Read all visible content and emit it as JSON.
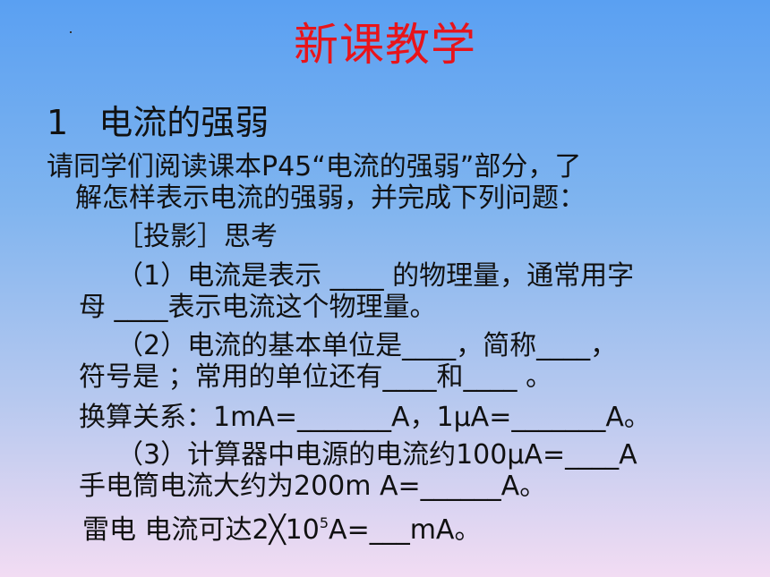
{
  "slide": {
    "title": "新课教学",
    "section_number": "1",
    "section_title": "电流的强弱",
    "intro_line1": "请同学们阅读课本P45“电流的强弱”部分，了",
    "intro_line2": "解怎样表示电流的强弱，并完成下列问题：",
    "projection": "［投影］思考",
    "q1_line1": "（1）电流是表示 ____ 的物理量，通常用字",
    "q1_line2": "母 ____表示电流这个物理量。",
    "q2_line1": "（2）电流的基本单位是____，简称____，",
    "q2_line2": "符号是 ；常用的单位还有____和____ 。",
    "conversion": "换算关系：1mA=_______A，1μA=_______A。",
    "q3_line1": "（3）计算器中电源的电流约100μA=____A",
    "q3_line2": "手电筒电流大约为200m A=______A。",
    "lightning_prefix": "雷电 电流可达2╳10",
    "lightning_exp": "5",
    "lightning_suffix": "A=___mA。"
  }
}
